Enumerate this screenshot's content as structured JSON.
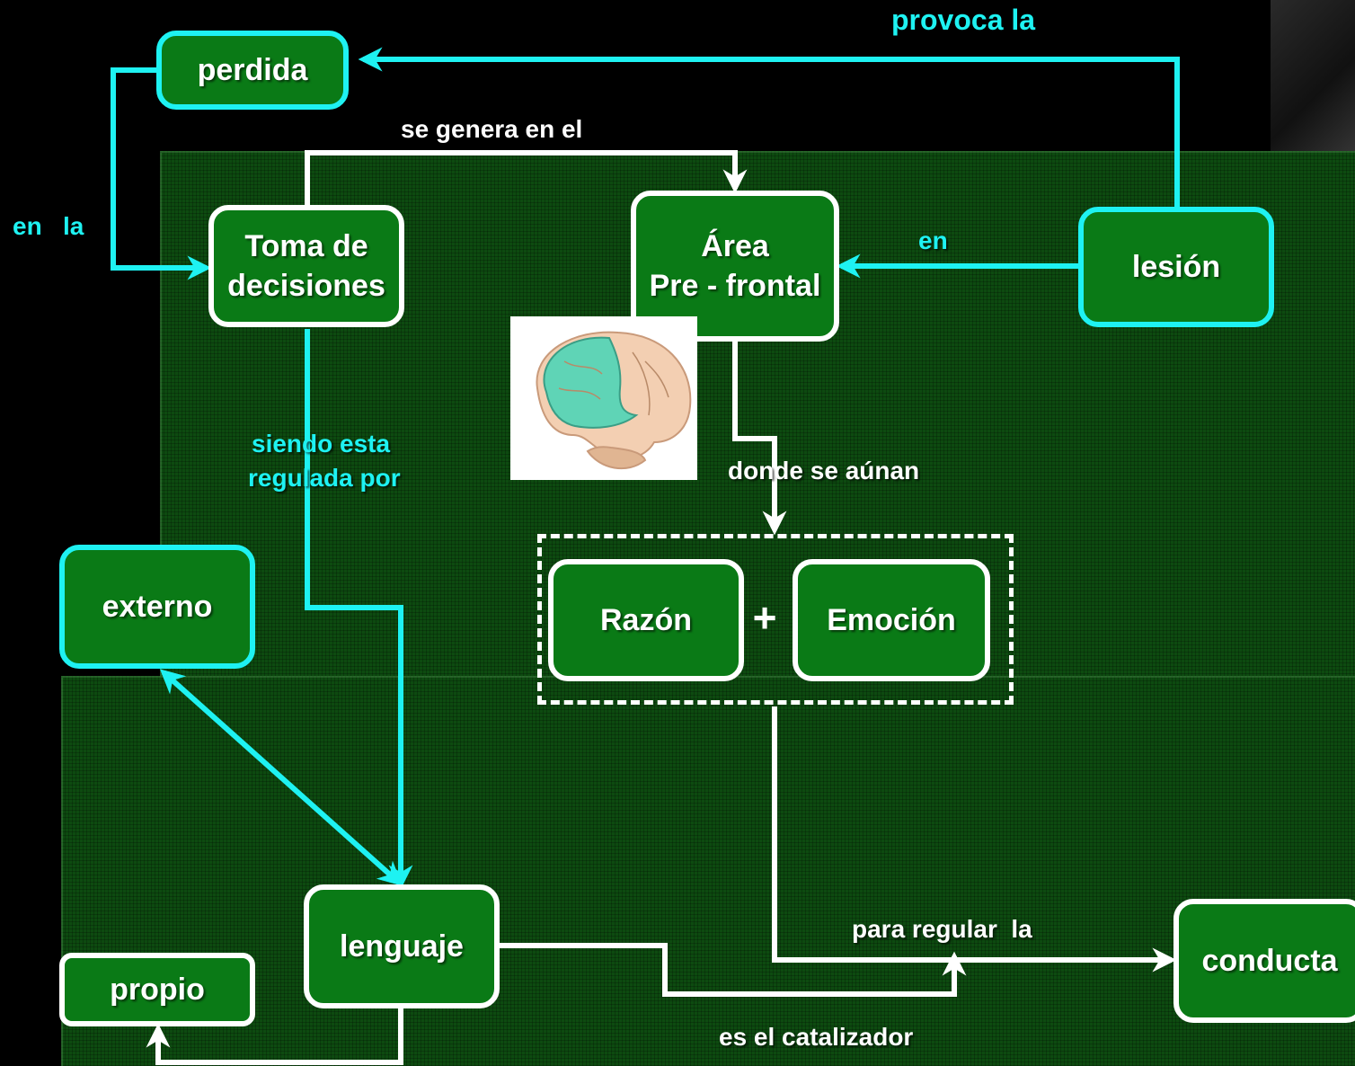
{
  "colors": {
    "panel": "#0d4a10",
    "node_fill": "#0a7a16",
    "cyan": "#1ef2f2",
    "white": "#ffffff"
  },
  "nodes": {
    "perdida": "perdida",
    "toma_line1": "Toma de",
    "toma_line2": "decisiones",
    "area_line1": "Área",
    "area_line2": "Pre - frontal",
    "lesion": "lesión",
    "externo": "externo",
    "razon": "Razón",
    "emocion": "Emoción",
    "lenguaje": "lenguaje",
    "conducta": "conducta",
    "propio": "propio"
  },
  "plus_sign": "+",
  "labels": {
    "provoca_la": "provoca la",
    "se_genera": "se genera en el",
    "en_la": "en   la",
    "en": "en",
    "siendo_line1": "siendo esta",
    "siendo_line2": "regulada por",
    "donde": "donde se aúnan",
    "para_regular": "para regular  la",
    "catalizador": "es el catalizador"
  }
}
